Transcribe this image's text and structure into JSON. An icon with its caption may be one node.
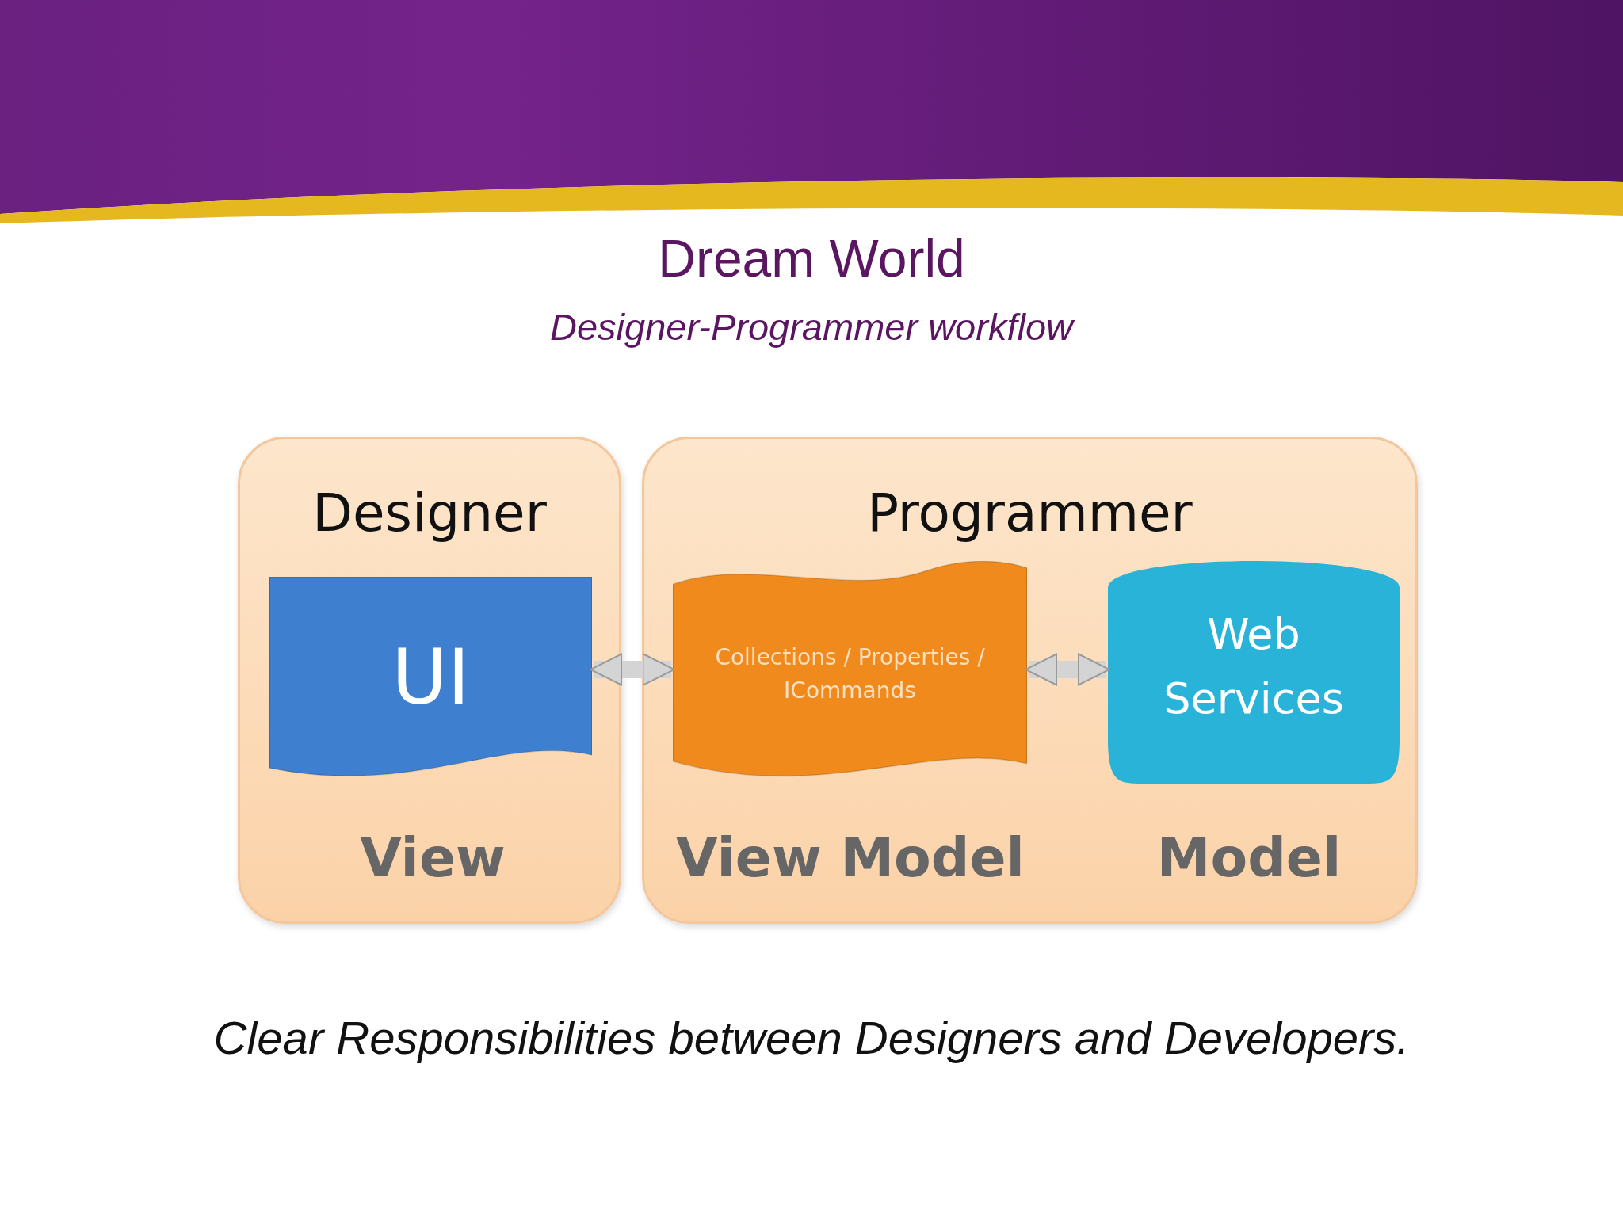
{
  "diagram": {
    "title": "Dream World",
    "caption": "Clear Responsibilities between Designers and Developers.",
    "nodes": [
      {
        "text": [
          "Designer"
        ]
      },
      {
        "text": [
          "UI"
        ],
        "in": 0,
        "beside": [
          "View"
        ]
      },
      {
        "text": [
          "Programmer"
        ]
      },
      {
        "text": [
          "Collections / Properties / ICommands"
        ],
        "in": 2,
        "beside": [
          "View Model"
        ]
      },
      {
        "text": [
          "Web Services"
        ],
        "in": 2,
        "beside": [
          "Model"
        ]
      }
    ],
    "edges": [
      {
        "from": 1,
        "to": 3,
        "arrow": "both"
      },
      {
        "from": 3,
        "to": 4,
        "arrow": "both"
      }
    ],
    "labels": [
      "Designer-Programmer workflow"
    ]
  }
}
